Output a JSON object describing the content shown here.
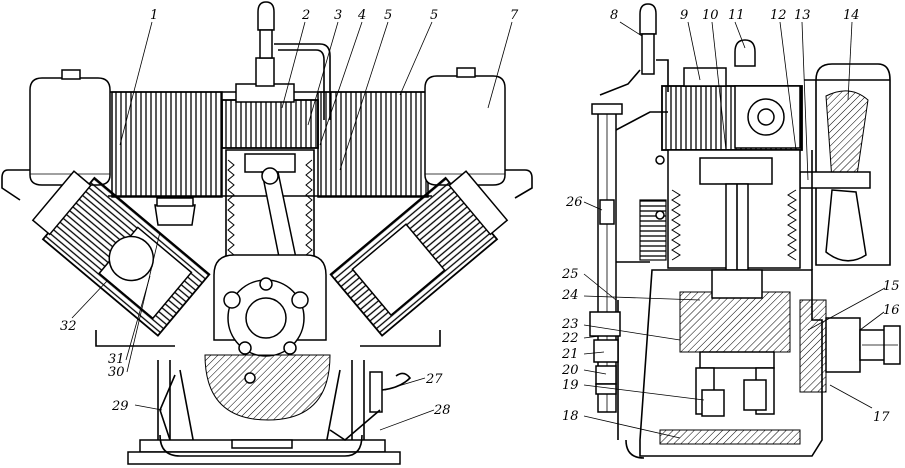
{
  "left_view": {
    "labels": [
      {
        "id": "l1",
        "text": "1"
      },
      {
        "id": "l2",
        "text": "2"
      },
      {
        "id": "l3",
        "text": "3"
      },
      {
        "id": "l4",
        "text": "4"
      },
      {
        "id": "l5a",
        "text": "5"
      },
      {
        "id": "l5b",
        "text": "5"
      },
      {
        "id": "l7",
        "text": "7"
      },
      {
        "id": "l27",
        "text": "27"
      },
      {
        "id": "l28",
        "text": "28"
      },
      {
        "id": "l29",
        "text": "29"
      },
      {
        "id": "l30",
        "text": "30"
      },
      {
        "id": "l31",
        "text": "31"
      },
      {
        "id": "l32",
        "text": "32"
      }
    ]
  },
  "right_view": {
    "labels": [
      {
        "id": "r8",
        "text": "8"
      },
      {
        "id": "r9",
        "text": "9"
      },
      {
        "id": "r10",
        "text": "10"
      },
      {
        "id": "r11",
        "text": "11"
      },
      {
        "id": "r12",
        "text": "12"
      },
      {
        "id": "r13",
        "text": "13"
      },
      {
        "id": "r14",
        "text": "14"
      },
      {
        "id": "r15",
        "text": "15"
      },
      {
        "id": "r16",
        "text": "16"
      },
      {
        "id": "r17",
        "text": "17"
      },
      {
        "id": "r18",
        "text": "18"
      },
      {
        "id": "r19",
        "text": "19"
      },
      {
        "id": "r20",
        "text": "20"
      },
      {
        "id": "r21",
        "text": "21"
      },
      {
        "id": "r22",
        "text": "22"
      },
      {
        "id": "r23",
        "text": "23"
      },
      {
        "id": "r24",
        "text": "24"
      },
      {
        "id": "r25",
        "text": "25"
      },
      {
        "id": "r26",
        "text": "26"
      }
    ]
  }
}
